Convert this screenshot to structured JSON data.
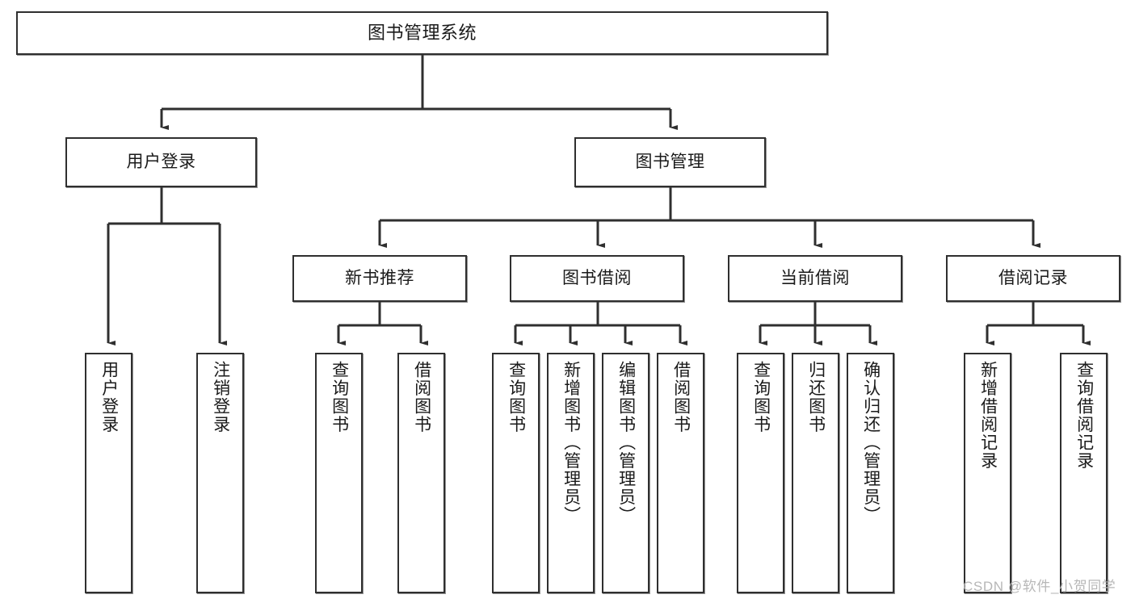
{
  "diagram": {
    "title": "图书管理系统",
    "type": "tree-hierarchy-diagram",
    "root": {
      "label": "图书管理系统"
    },
    "level1": [
      {
        "label": "用户登录"
      },
      {
        "label": "图书管理"
      }
    ],
    "level2": [
      {
        "label": "新书推荐"
      },
      {
        "label": "图书借阅"
      },
      {
        "label": "当前借阅"
      },
      {
        "label": "借阅记录"
      }
    ],
    "leaves": [
      {
        "label": "用户登录",
        "parent": "用户登录"
      },
      {
        "label": "注销登录",
        "parent": "用户登录"
      },
      {
        "label": "查询图书",
        "parent": "新书推荐"
      },
      {
        "label": "借阅图书",
        "parent": "新书推荐"
      },
      {
        "label": "查询图书",
        "parent": "图书借阅"
      },
      {
        "label": "新增图书（管理员）",
        "parent": "图书借阅"
      },
      {
        "label": "编辑图书（管理员）",
        "parent": "图书借阅"
      },
      {
        "label": "借阅图书",
        "parent": "图书借阅"
      },
      {
        "label": "查询图书",
        "parent": "当前借阅"
      },
      {
        "label": "归还图书",
        "parent": "当前借阅"
      },
      {
        "label": "确认归还（管理员）",
        "parent": "当前借阅"
      },
      {
        "label": "新增借阅记录",
        "parent": "借阅记录"
      },
      {
        "label": "查询借阅记录",
        "parent": "借阅记录"
      }
    ]
  },
  "watermark": {
    "text": "CSDN @软件_小贺同学"
  },
  "colors": {
    "stroke": "#2f2f2f",
    "box_fill": "#ffffff",
    "text": "#1a1a1a",
    "watermark": "#b7b7b7",
    "background": "#ffffff"
  }
}
